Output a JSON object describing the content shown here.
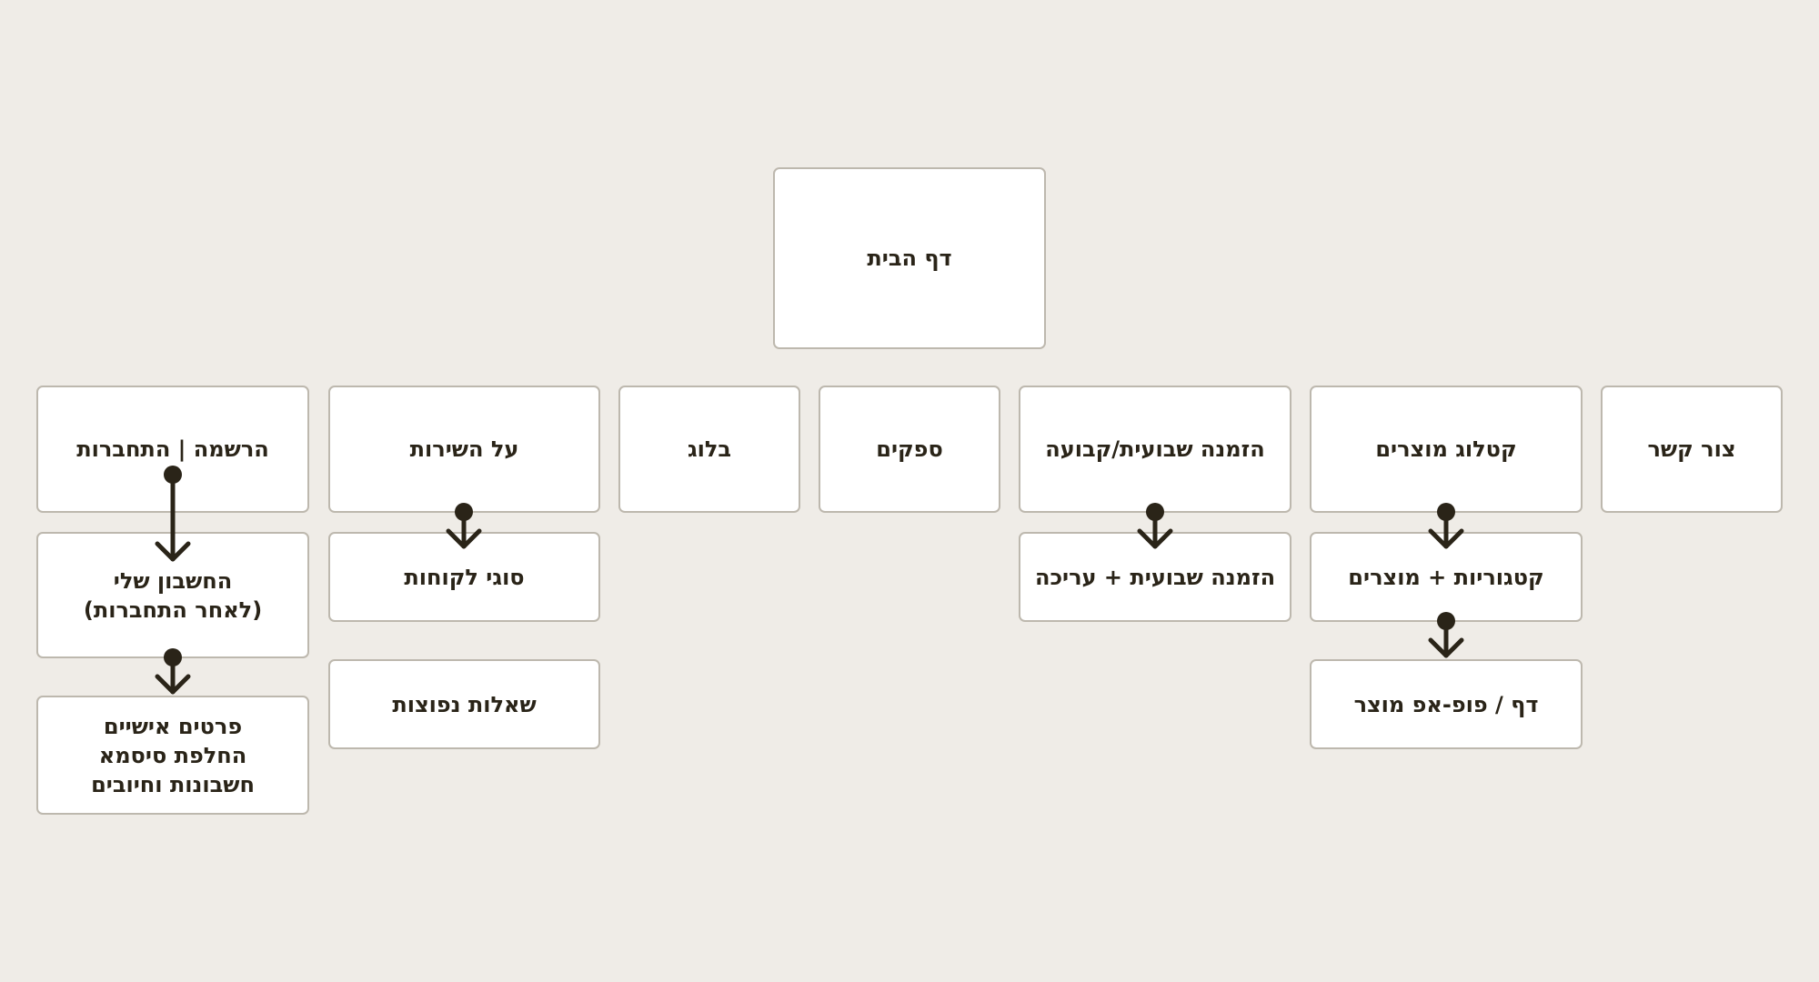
{
  "sitemap": {
    "root": {
      "label": "דף הבית"
    },
    "sections": [
      {
        "id": "register",
        "label": "הרשמה | התחברות",
        "children": [
          {
            "label": "החשבון שלי\n(לאחר התחברות)"
          },
          {
            "label": "פרטים אישיים\nהחלפת סיסמא\nחשבונות וחיובים"
          }
        ]
      },
      {
        "id": "about",
        "label": "על השירות",
        "children": [
          {
            "label": "סוגי לקוחות"
          },
          {
            "label": "שאלות נפוצות"
          }
        ]
      },
      {
        "id": "blog",
        "label": "בלוג",
        "children": []
      },
      {
        "id": "suppliers",
        "label": "ספקים",
        "children": []
      },
      {
        "id": "weekly",
        "label": "הזמנה שבועית/קבועה",
        "children": [
          {
            "label": "הזמנה שבועית + עריכה"
          }
        ]
      },
      {
        "id": "catalog",
        "label": "קטלוג מוצרים",
        "children": [
          {
            "label": "קטגוריות + מוצרים"
          },
          {
            "label": "דף / פופ-אפ מוצר"
          }
        ]
      },
      {
        "id": "contact",
        "label": "צור קשר",
        "children": []
      }
    ]
  },
  "colors": {
    "background": "#efece7",
    "node_fill": "#ffffff",
    "node_border": "#bdb8ae",
    "text": "#2a2418",
    "connector": "#2a2418"
  }
}
